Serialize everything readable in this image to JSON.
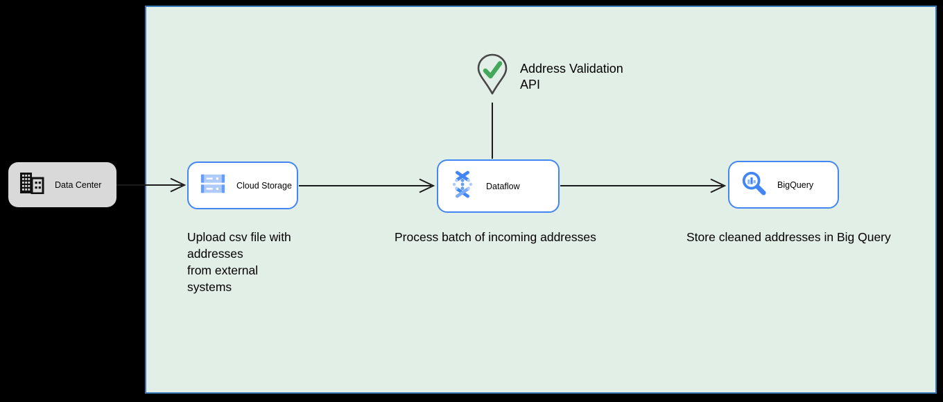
{
  "diagram": {
    "title_hint": "Address validation batch pipeline on Google Cloud",
    "zone": {
      "name": "google-cloud-zone",
      "fill": "#e2efe6",
      "border_color": "#3878b4"
    },
    "external_node": {
      "label": "Data Center",
      "icon": "data-center-icon",
      "fill": "#d9d9d9"
    },
    "nodes": [
      {
        "id": "cloud-storage",
        "label": "Cloud Storage",
        "icon": "cloud-storage-icon"
      },
      {
        "id": "dataflow",
        "label": "Dataflow",
        "icon": "dataflow-icon"
      },
      {
        "id": "bigquery",
        "label": "BigQuery",
        "icon": "bigquery-icon"
      }
    ],
    "api_callout": {
      "label": "Address Validation\nAPI",
      "icon": "address-validation-pin-icon",
      "check_color": "#44a75c",
      "pin_outline_color": "#474747"
    },
    "captions": {
      "cloud_storage": "Upload csv file with\naddresses\nfrom external\nsystems",
      "dataflow": "Process batch of incoming addresses",
      "bigquery": "Store cleaned addresses in Big Query"
    },
    "colors": {
      "node_border_blue": "#4285f4",
      "icon_blue_dark": "#4285f4",
      "icon_blue_mid": "#669df6",
      "icon_blue_light": "#aecbfa",
      "arrow": "#1a1a1a",
      "background": "#000000"
    }
  }
}
